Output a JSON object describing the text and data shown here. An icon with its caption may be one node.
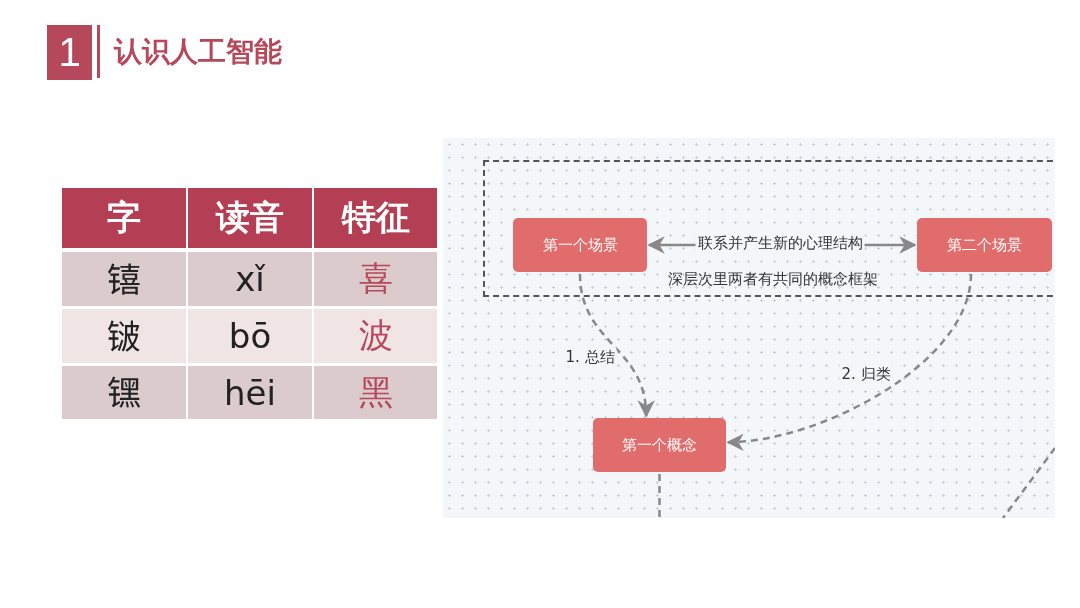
{
  "diagram": {
    "title": "认识人工智能",
    "nodes": [
      {
        "text": [
          "深层次里两者有共同的概念框架"
        ]
      },
      {
        "text": [
          "第一个场景"
        ],
        "in": 0
      },
      {
        "text": [
          "第二个场景"
        ],
        "in": 0
      },
      {
        "text": [
          "第一个概念"
        ]
      }
    ],
    "edges": [
      {
        "from": 1,
        "to": 2,
        "arrow": "both",
        "label": "联系并产生新的心理结构"
      },
      {
        "from": 1,
        "to": 3,
        "arrow": "to",
        "label": "1. 总结",
        "style": "dashed"
      },
      {
        "from": 2,
        "to": 3,
        "arrow": "to",
        "label": "2. 归类",
        "style": "dashed"
      },
      {
        "from": 3,
        "to": null,
        "arrow": "none",
        "style": "dashed"
      }
    ],
    "labels": [
      "1",
      "字",
      "读音",
      "特征",
      "𬭳",
      "xǐ",
      "喜",
      "𬭛",
      "bō",
      "波",
      "𬭶",
      "hēi",
      "黑"
    ]
  }
}
